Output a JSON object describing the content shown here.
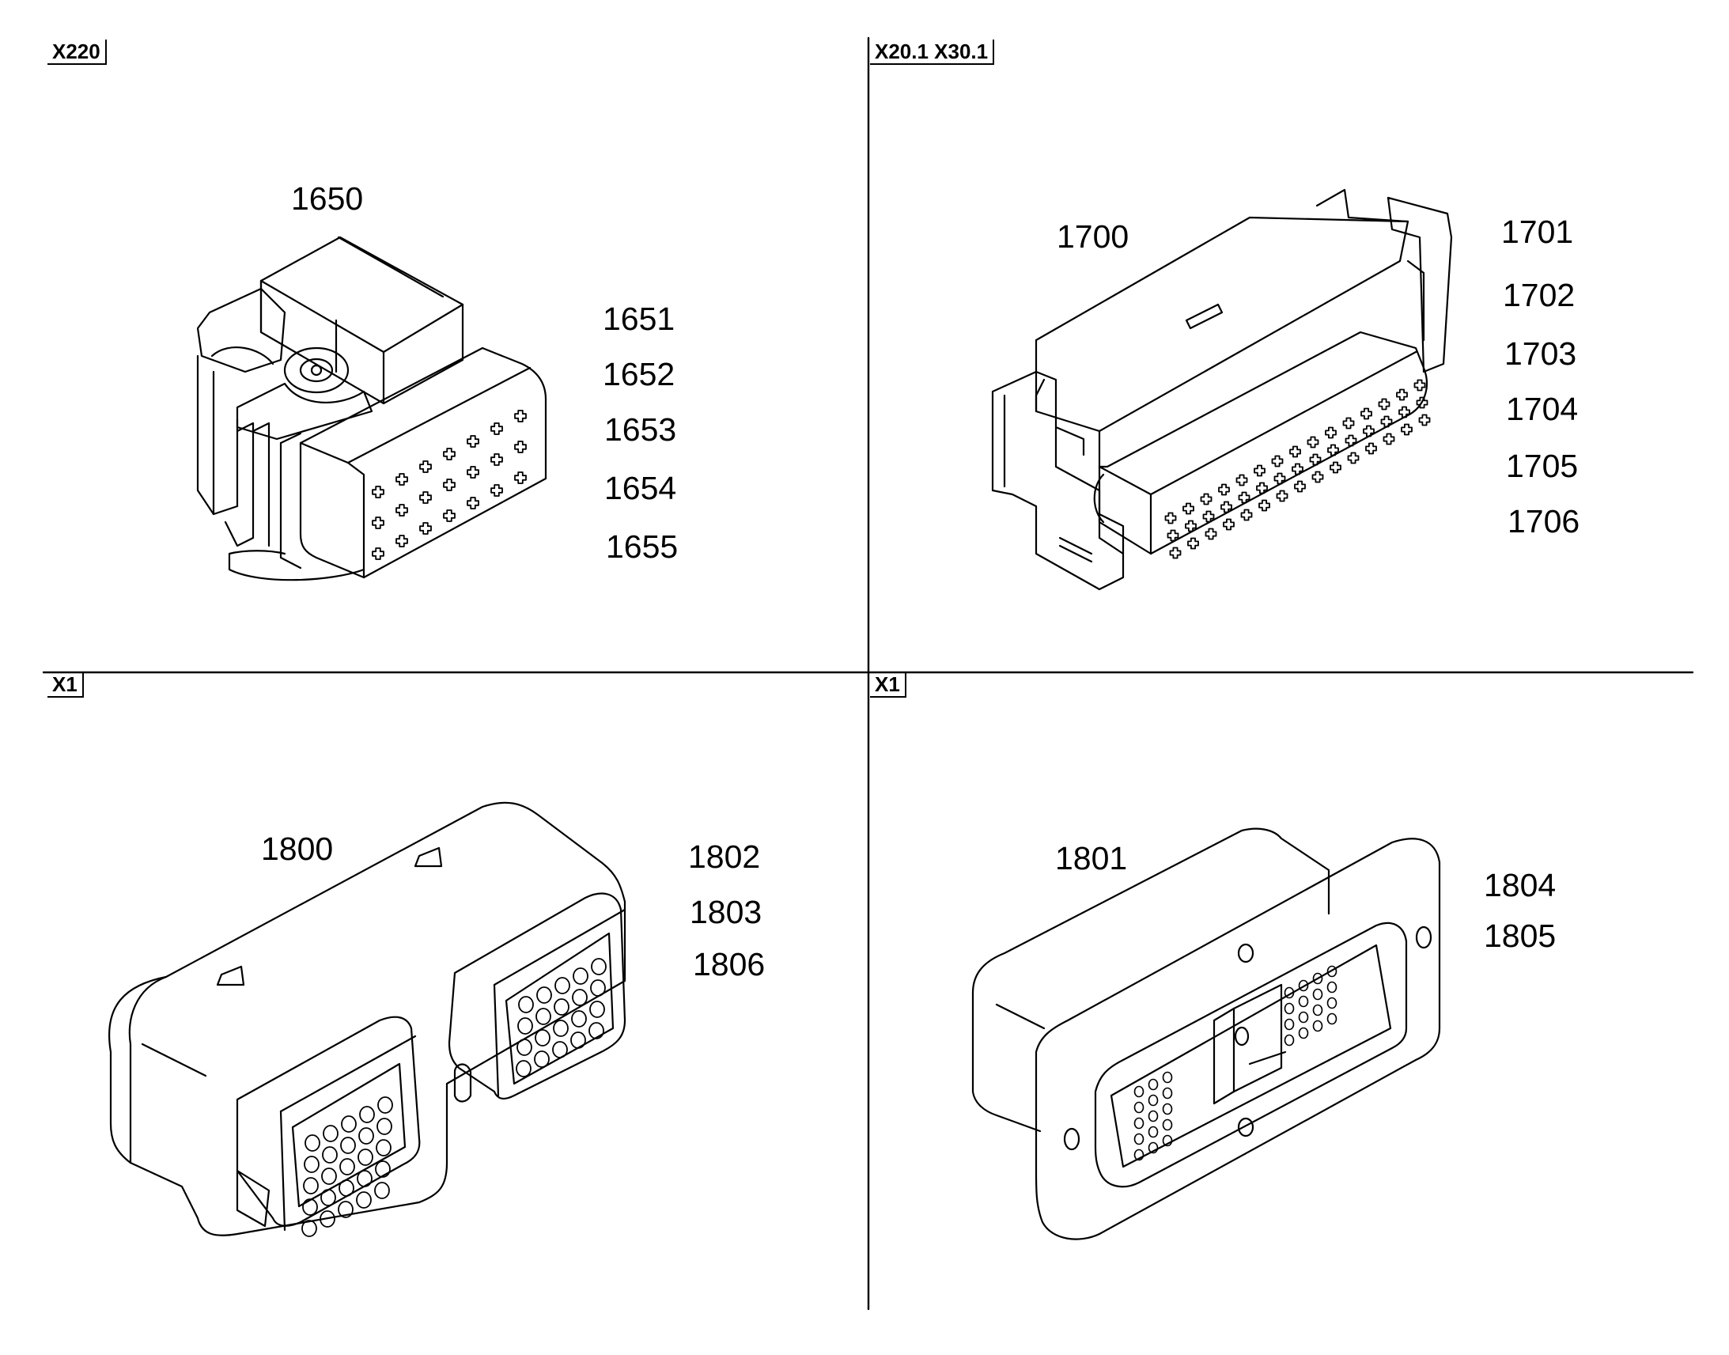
{
  "quadrants": [
    {
      "id": "top-left",
      "tag": "X220",
      "assembly_number": "1650",
      "part_numbers": [
        "1651",
        "1652",
        "1653",
        "1654",
        "1655"
      ]
    },
    {
      "id": "top-right",
      "tag": "X20.1 X30.1",
      "assembly_number": "1700",
      "part_numbers": [
        "1701",
        "1702",
        "1703",
        "1704",
        "1705",
        "1706"
      ]
    },
    {
      "id": "bottom-left",
      "tag": "X1",
      "assembly_number": "1800",
      "part_numbers": [
        "1802",
        "1803",
        "1806"
      ]
    },
    {
      "id": "bottom-right",
      "tag": "X1",
      "assembly_number": "1801",
      "part_numbers": [
        "1804",
        "1805"
      ]
    }
  ]
}
